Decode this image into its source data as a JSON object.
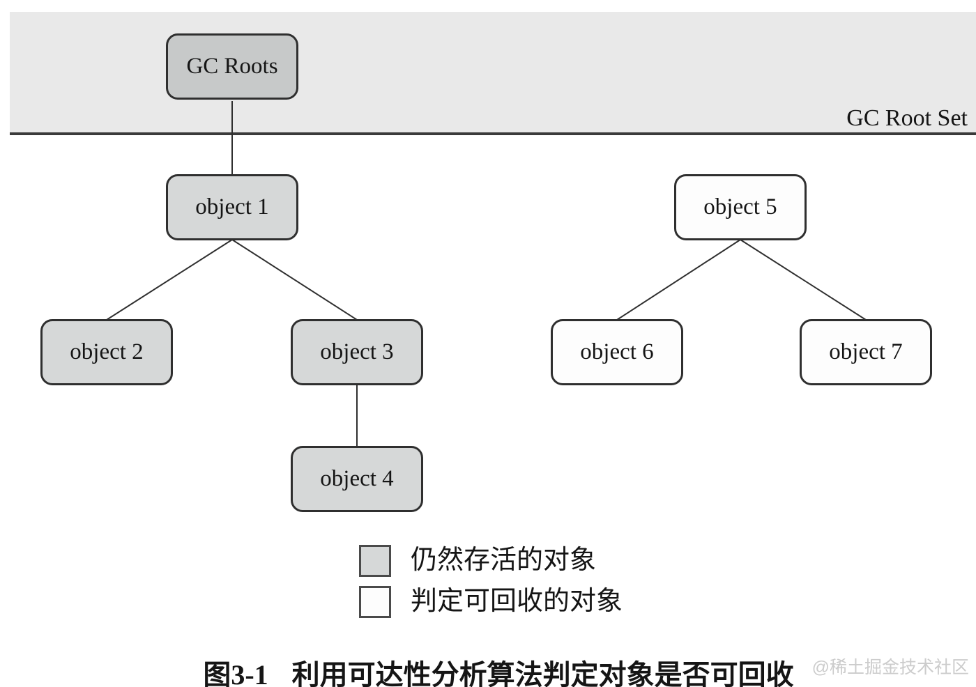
{
  "figure": {
    "band_label": "GC Root Set",
    "caption_number": "图3-1",
    "caption_text": "利用可达性分析算法判定对象是否可回收",
    "watermark": "@稀土掘金技术社区"
  },
  "nodes": [
    {
      "id": "gc-roots",
      "label": "GC Roots",
      "type": "root"
    },
    {
      "id": "object-1",
      "label": "object 1",
      "type": "alive"
    },
    {
      "id": "object-2",
      "label": "object 2",
      "type": "alive"
    },
    {
      "id": "object-3",
      "label": "object 3",
      "type": "alive"
    },
    {
      "id": "object-4",
      "label": "object 4",
      "type": "alive"
    },
    {
      "id": "object-5",
      "label": "object 5",
      "type": "collectable"
    },
    {
      "id": "object-6",
      "label": "object 6",
      "type": "collectable"
    },
    {
      "id": "object-7",
      "label": "object 7",
      "type": "collectable"
    }
  ],
  "edges": [
    {
      "from": "gc-roots",
      "to": "object-1"
    },
    {
      "from": "object-1",
      "to": "object-2"
    },
    {
      "from": "object-1",
      "to": "object-3"
    },
    {
      "from": "object-3",
      "to": "object-4"
    },
    {
      "from": "object-5",
      "to": "object-6"
    },
    {
      "from": "object-5",
      "to": "object-7"
    }
  ],
  "legend": {
    "items": [
      {
        "swatch": "alive",
        "label": "仍然存活的对象"
      },
      {
        "swatch": "collectable",
        "label": "判定可回收的对象"
      }
    ]
  },
  "colors": {
    "band_bg": "#e9e9e9",
    "band_line": "#3a3a3a",
    "root_fill": "#c7c9c9",
    "alive_fill": "#d6d8d8",
    "collectable_fill": "#fdfdfd",
    "node_border": "#2f2f2f",
    "edge_color": "#2f2f2f",
    "text_color": "#151515",
    "watermark_color": "#cccccc"
  }
}
